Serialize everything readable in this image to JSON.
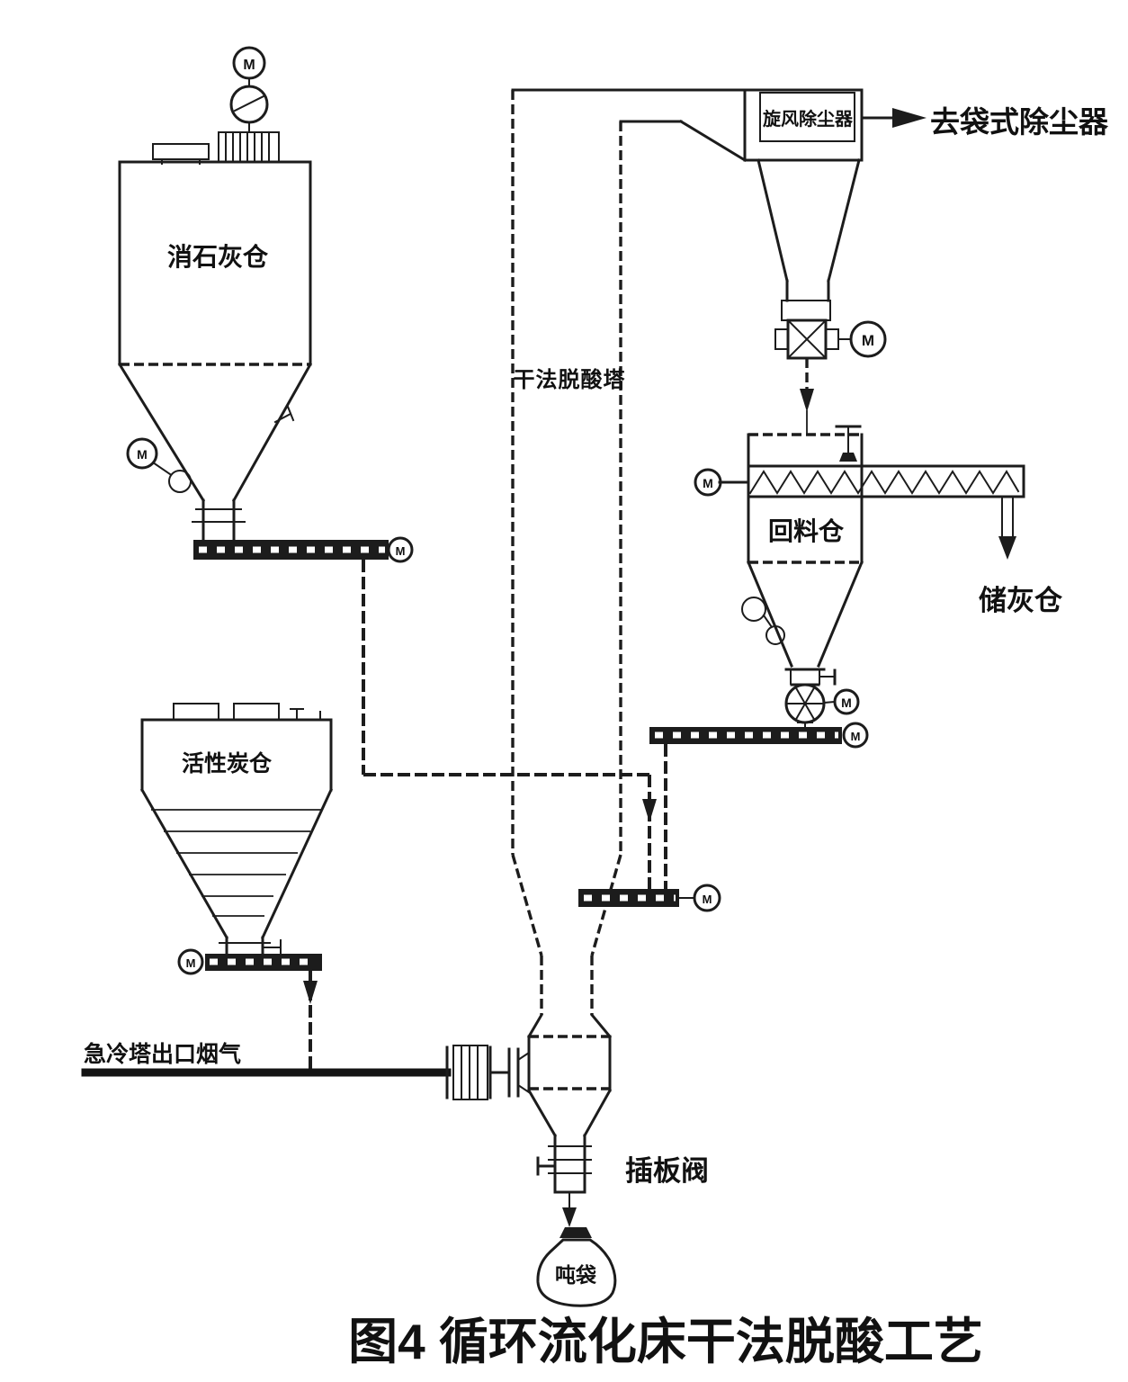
{
  "figure": {
    "title": "图4 循环流化床干法脱酸工艺"
  },
  "labels": {
    "lime_silo": "消石灰仓",
    "activated_carbon_silo": "活性炭仓",
    "deacid_tower": "干法脱酸塔",
    "cyclone": "旋风除尘器",
    "to_bag_filter": "去袋式除尘器",
    "return_silo": "回料仓",
    "ash_silo": "储灰仓",
    "flue_gas_inlet": "急冷塔出口烟气",
    "gate_valve": "插板阀",
    "ton_bag": "吨袋",
    "motor": "M"
  },
  "colors": {
    "ink": "#1c1c1c",
    "paper": "#ffffff"
  }
}
